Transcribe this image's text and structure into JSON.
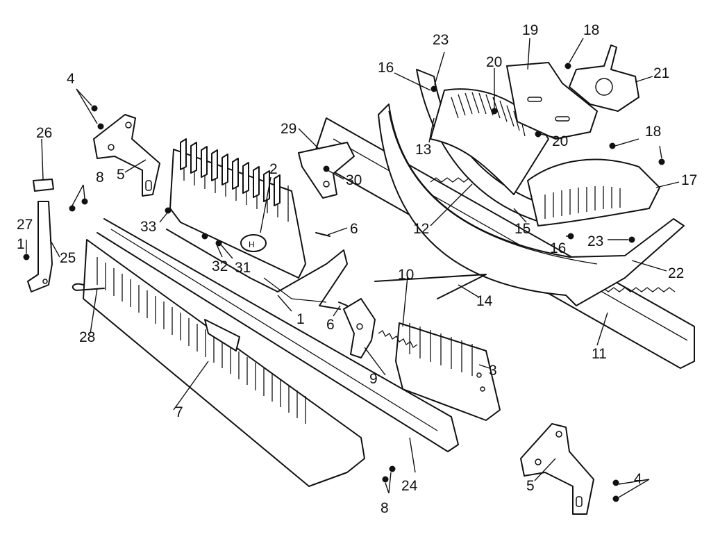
{
  "diagram": {
    "type": "exploded-parts",
    "callouts": [
      {
        "id": "c-1",
        "text": "1"
      },
      {
        "id": "c-1b",
        "text": "1"
      },
      {
        "id": "c-2",
        "text": "2"
      },
      {
        "id": "c-3",
        "text": "3"
      },
      {
        "id": "c-4a",
        "text": "4"
      },
      {
        "id": "c-4b",
        "text": "4"
      },
      {
        "id": "c-5a",
        "text": "5"
      },
      {
        "id": "c-5b",
        "text": "5"
      },
      {
        "id": "c-6a",
        "text": "6"
      },
      {
        "id": "c-6b",
        "text": "6"
      },
      {
        "id": "c-7",
        "text": "7"
      },
      {
        "id": "c-8a",
        "text": "8"
      },
      {
        "id": "c-8b",
        "text": "8"
      },
      {
        "id": "c-9",
        "text": "9"
      },
      {
        "id": "c-10",
        "text": "10"
      },
      {
        "id": "c-11",
        "text": "11"
      },
      {
        "id": "c-12",
        "text": "12"
      },
      {
        "id": "c-13",
        "text": "13"
      },
      {
        "id": "c-14",
        "text": "14"
      },
      {
        "id": "c-15",
        "text": "15"
      },
      {
        "id": "c-16a",
        "text": "16"
      },
      {
        "id": "c-16b",
        "text": "16"
      },
      {
        "id": "c-17",
        "text": "17"
      },
      {
        "id": "c-18a",
        "text": "18"
      },
      {
        "id": "c-18b",
        "text": "18"
      },
      {
        "id": "c-19",
        "text": "19"
      },
      {
        "id": "c-20a",
        "text": "20"
      },
      {
        "id": "c-20b",
        "text": "20"
      },
      {
        "id": "c-21",
        "text": "21"
      },
      {
        "id": "c-22",
        "text": "22"
      },
      {
        "id": "c-23a",
        "text": "23"
      },
      {
        "id": "c-23b",
        "text": "23"
      },
      {
        "id": "c-24",
        "text": "24"
      },
      {
        "id": "c-25",
        "text": "25"
      },
      {
        "id": "c-26",
        "text": "26"
      },
      {
        "id": "c-27",
        "text": "27"
      },
      {
        "id": "c-28",
        "text": "28"
      },
      {
        "id": "c-29",
        "text": "29"
      },
      {
        "id": "c-30",
        "text": "30"
      },
      {
        "id": "c-31",
        "text": "31"
      },
      {
        "id": "c-32",
        "text": "32"
      },
      {
        "id": "c-33",
        "text": "33"
      }
    ],
    "knob_letter": "H"
  }
}
